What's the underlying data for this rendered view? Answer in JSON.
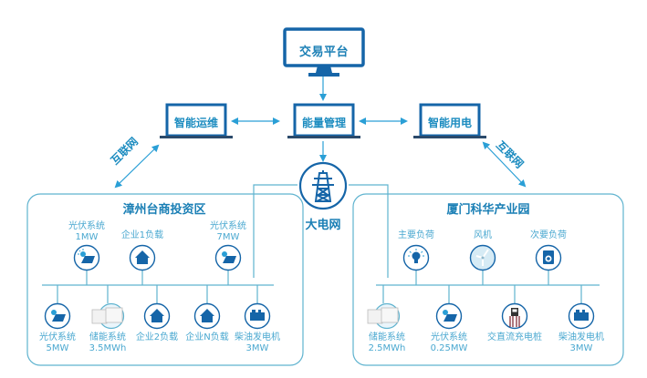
{
  "colors": {
    "primary": "#1565a8",
    "accent": "#2a9fd6",
    "line": "#5fb3cf",
    "label": "#4aa8d0"
  },
  "top": {
    "trading_platform": "交易平台",
    "ops": "智能运维",
    "energy_mgmt": "能量管理",
    "smart_use": "智能用电",
    "grid": "大电网",
    "internet_left": "互联网",
    "internet_right": "互联网"
  },
  "left_panel": {
    "title": "漳州台商投资区",
    "top_nodes": [
      {
        "icon": "solar-panel-icon",
        "label": "光伏系统",
        "value": "1MW"
      },
      {
        "icon": "house-icon",
        "label": "企业1负载",
        "value": ""
      },
      {
        "icon": "solar-panel-icon",
        "label": "光伏系统",
        "value": "7MW"
      }
    ],
    "bottom_nodes": [
      {
        "icon": "solar-panel-icon",
        "label": "光伏系统",
        "value": "5MW"
      },
      {
        "icon": "battery-storage-icon",
        "label": "储能系统",
        "value": "3.5MWh"
      },
      {
        "icon": "house-icon",
        "label": "企业2负载",
        "value": ""
      },
      {
        "icon": "house-icon",
        "label": "企业N负载",
        "value": ""
      },
      {
        "icon": "diesel-generator-icon",
        "label": "柴油发电机",
        "value": "3MW"
      }
    ]
  },
  "right_panel": {
    "title": "厦门科华产业园",
    "top_nodes": [
      {
        "icon": "light-bulb-icon",
        "label": "主要负荷",
        "value": ""
      },
      {
        "icon": "wind-turbine-icon",
        "label": "风机",
        "value": ""
      },
      {
        "icon": "washing-machine-icon",
        "label": "次要负荷",
        "value": ""
      }
    ],
    "bottom_nodes": [
      {
        "icon": "battery-storage-icon",
        "label": "储能系统",
        "value": "2.5MWh"
      },
      {
        "icon": "solar-panel-icon",
        "label": "光伏系统",
        "value": "0.25MW"
      },
      {
        "icon": "ev-charger-icon",
        "label": "交直流充电桩",
        "value": ""
      },
      {
        "icon": "diesel-generator-icon",
        "label": "柴油发电机",
        "value": "3MW"
      }
    ]
  }
}
